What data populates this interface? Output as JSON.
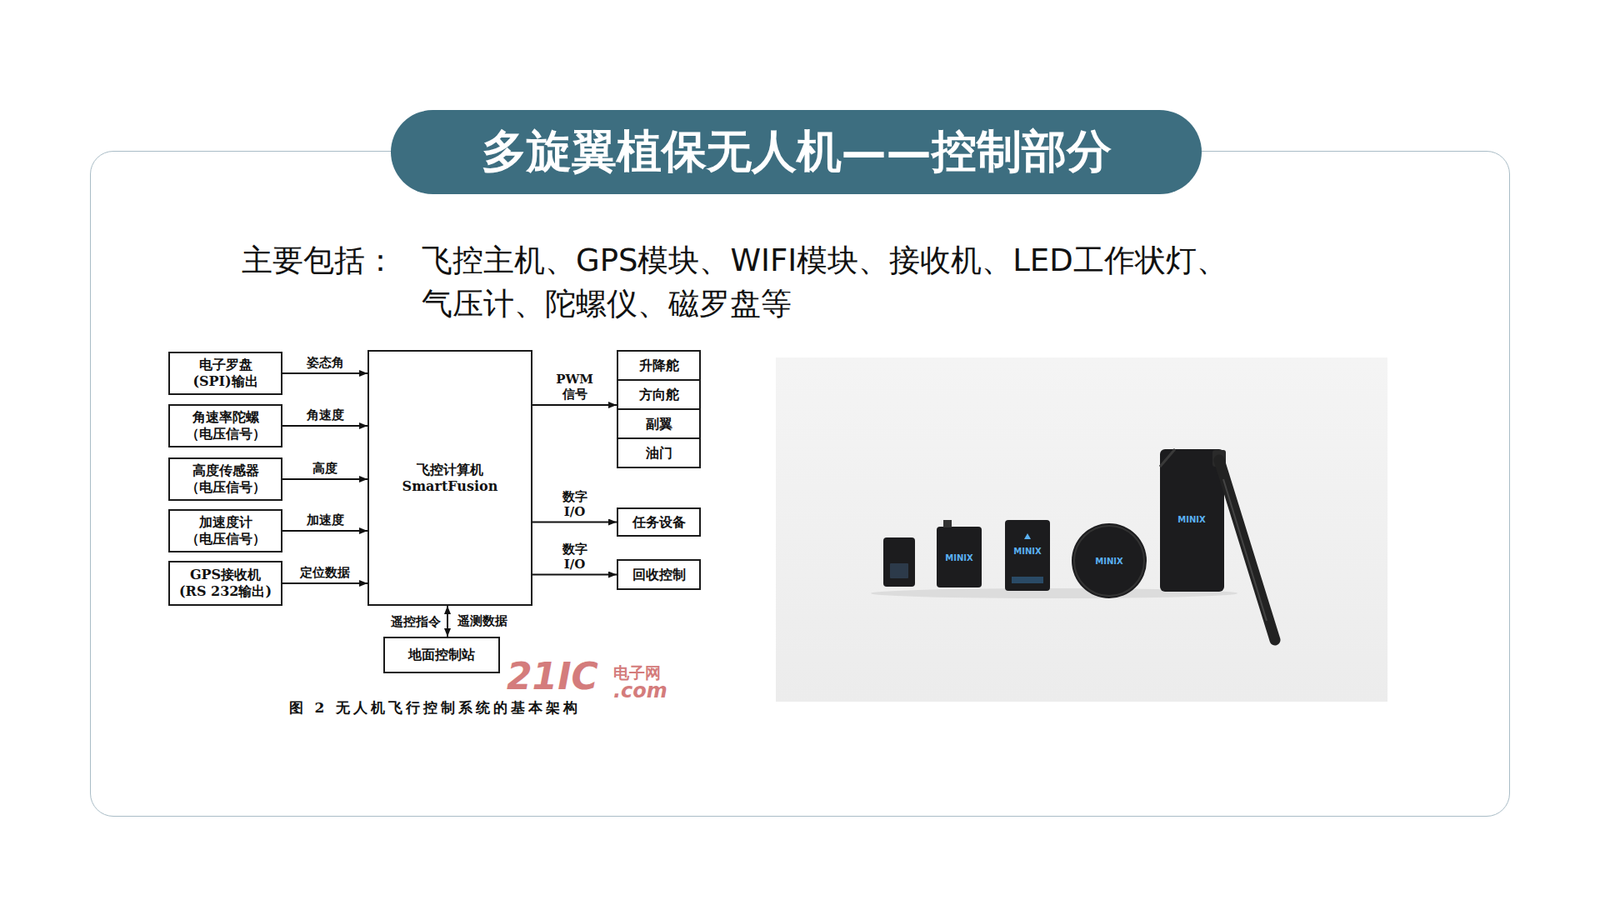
{
  "diagram": {
    "title": "多旋翼植保无人机——控制部分",
    "caption": "图 2 无人机飞行控制系统的基本架构",
    "nodes": [
      {
        "text": [
          "电子罗盘",
          "(SPI)输出"
        ]
      },
      {
        "text": [
          "角速率陀螺",
          "（电压信号）"
        ]
      },
      {
        "text": [
          "高度传感器",
          "（电压信号）"
        ]
      },
      {
        "text": [
          "加速度计",
          "（电压信号）"
        ]
      },
      {
        "text": [
          "GPS接收机",
          "(RS 232输出)"
        ]
      },
      {
        "text": [
          "飞控计算机",
          "SmartFusion"
        ]
      },
      {
        "text": [
          "升降舵"
        ]
      },
      {
        "text": [
          "方向舵"
        ]
      },
      {
        "text": [
          "副翼"
        ]
      },
      {
        "text": [
          "油门"
        ]
      },
      {
        "text": [
          "任务设备"
        ]
      },
      {
        "text": [
          "回收控制"
        ]
      },
      {
        "text": [
          "地面控制站"
        ]
      }
    ],
    "edges": [
      {
        "from": 0,
        "to": 5,
        "arrow": "to",
        "label": "姿态角"
      },
      {
        "from": 1,
        "to": 5,
        "arrow": "to",
        "label": "角速度"
      },
      {
        "from": 2,
        "to": 5,
        "arrow": "to",
        "label": "高度"
      },
      {
        "from": 3,
        "to": 5,
        "arrow": "to",
        "label": "加速度"
      },
      {
        "from": 4,
        "to": 5,
        "arrow": "to",
        "label": "定位数据"
      },
      {
        "from": 5,
        "to": 7,
        "arrow": "to",
        "label": "PWM 信号"
      },
      {
        "from": 5,
        "to": 10,
        "arrow": "to",
        "label": "数字 I/O"
      },
      {
        "from": 5,
        "to": 11,
        "arrow": "to",
        "label": "数字 I/O"
      },
      {
        "from": 5,
        "to": 12,
        "arrow": "both",
        "label": "遥控指令"
      }
    ],
    "labels": [
      "主要包括：",
      "飞控主机、GPS模块、WIFI模块、接收机、LED工作状灯、",
      "气压计、陀螺仪、磁罗盘等",
      "遥测数据",
      "21IC",
      "电子网",
      ".com",
      "MINIX",
      "MINIX",
      "MINIX",
      "MINIX"
    ]
  }
}
